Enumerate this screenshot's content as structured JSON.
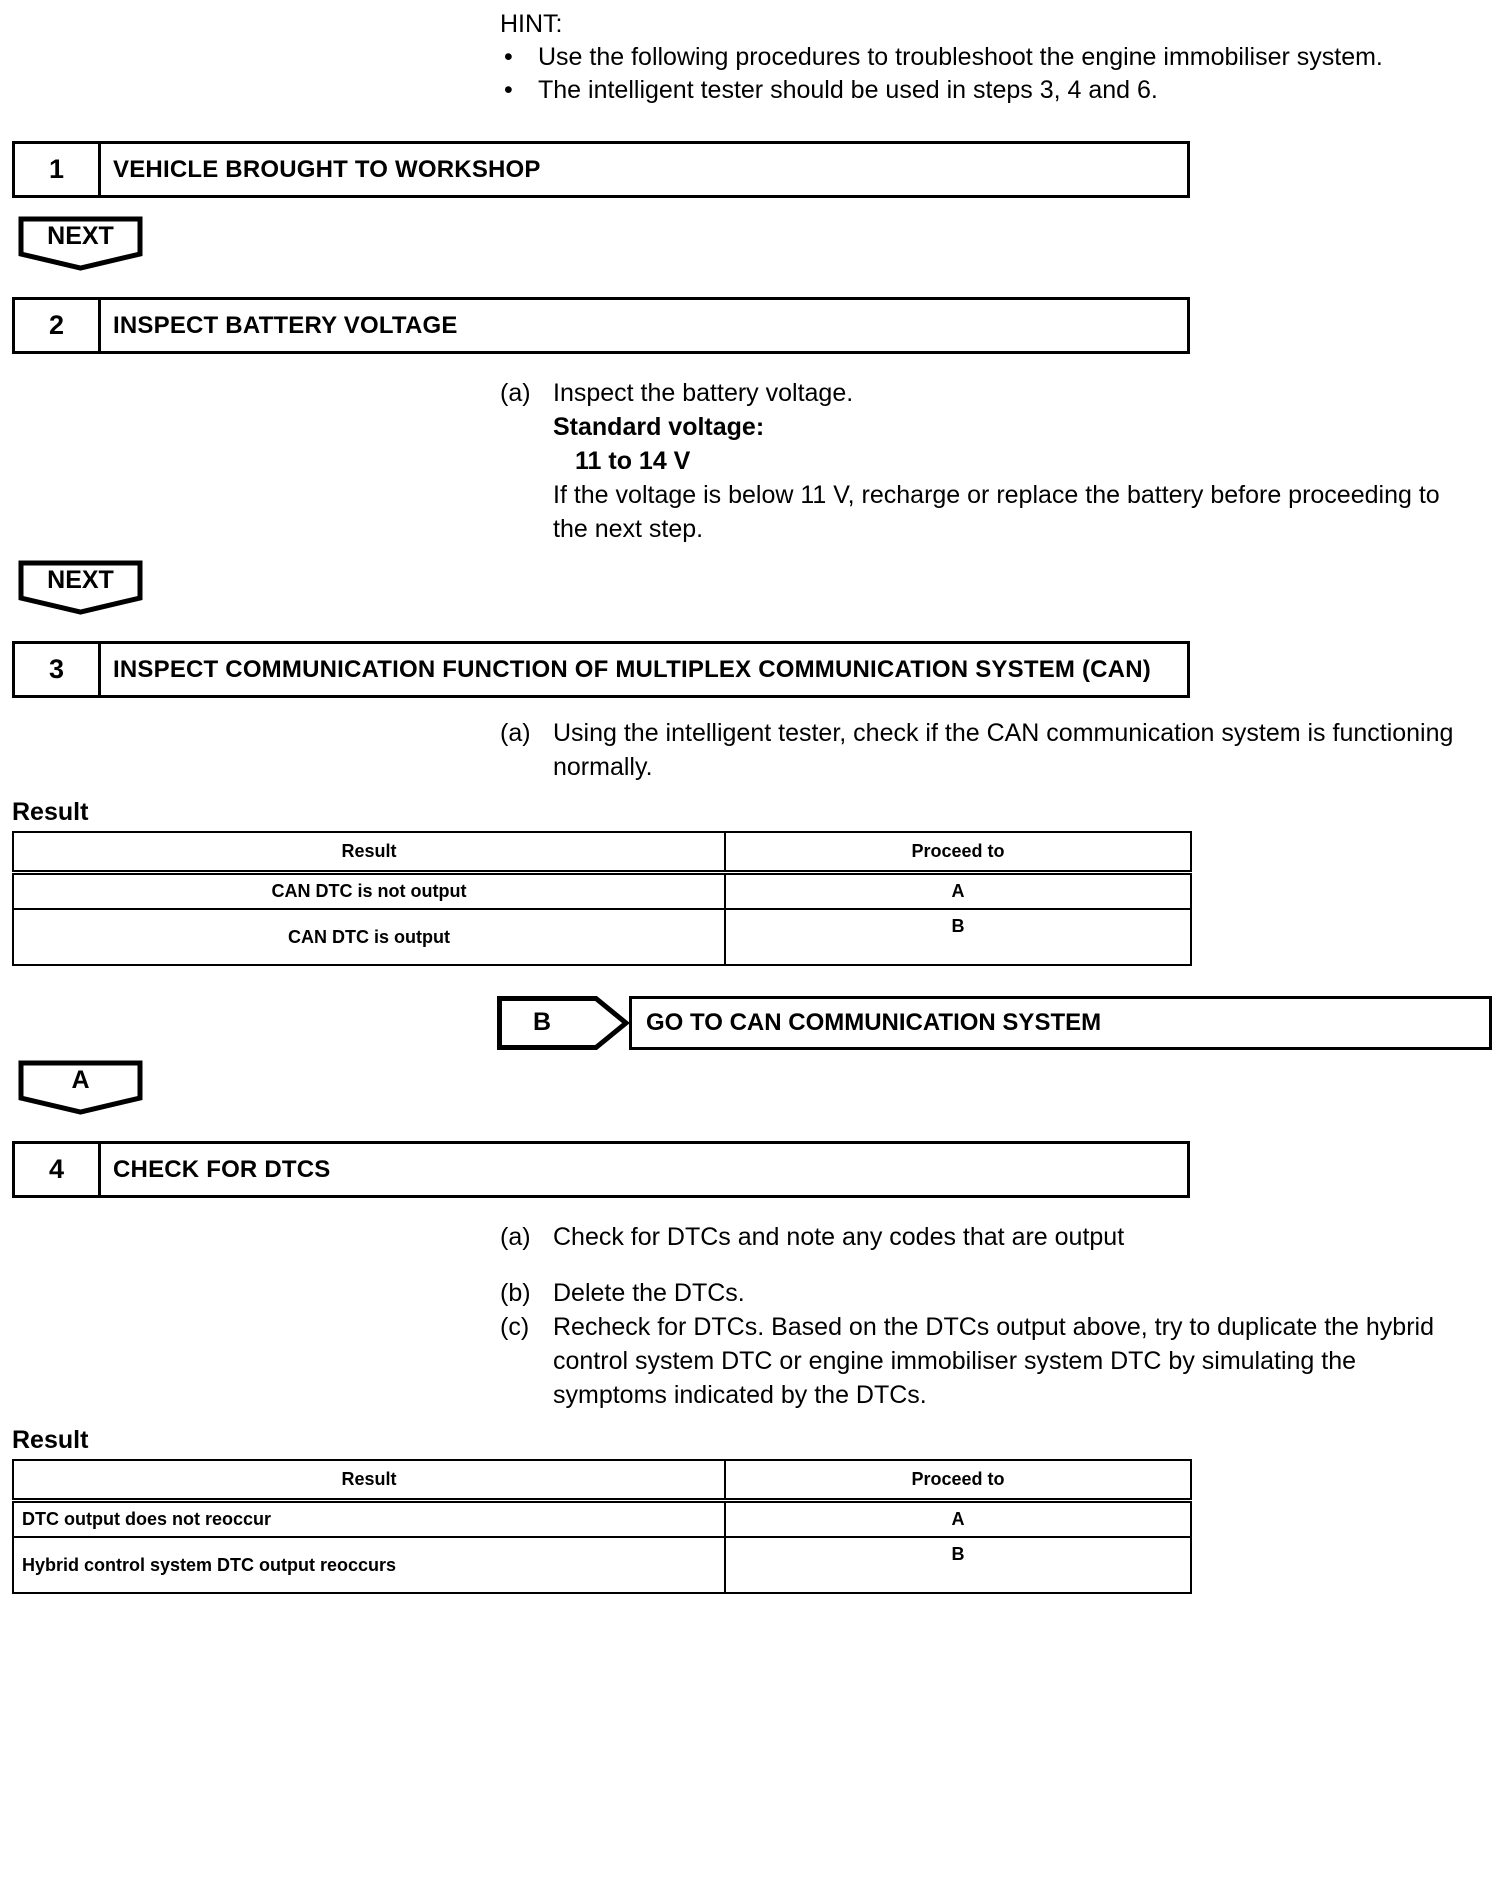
{
  "hint": {
    "title": "HINT:",
    "bullet_glyph": "•",
    "items": [
      "Use the following procedures to troubleshoot the engine immobiliser system.",
      "The intelligent tester should be used in steps 3, 4 and 6."
    ]
  },
  "steps": [
    {
      "number": "1",
      "title": "VEHICLE BROUGHT TO WORKSHOP",
      "connector": "NEXT"
    },
    {
      "number": "2",
      "title": "INSPECT BATTERY VOLTAGE",
      "connector": "NEXT",
      "procedures": [
        {
          "marker": "(a)",
          "lines": [
            {
              "text": "Inspect the battery voltage.",
              "style": "normal"
            },
            {
              "text": "Standard voltage:",
              "style": "bold"
            },
            {
              "text": "11 to 14 V",
              "style": "bold-indent"
            },
            {
              "text": "If the voltage is below 11 V, recharge or replace the battery before proceeding to the next step.",
              "style": "normal"
            }
          ]
        }
      ]
    },
    {
      "number": "3",
      "title": "INSPECT COMMUNICATION FUNCTION OF MULTIPLEX COMMUNICATION SYSTEM (CAN)",
      "connector": "A",
      "procedures": [
        {
          "marker": "(a)",
          "lines": [
            {
              "text": "Using the intelligent tester, check if the CAN communication system is functioning normally.",
              "style": "normal"
            }
          ]
        }
      ],
      "result": {
        "label": "Result",
        "headers": [
          "Result",
          "Proceed to"
        ],
        "align": "center",
        "rows": [
          {
            "result": "CAN DTC is not output",
            "proceed": "A"
          },
          {
            "result": "CAN DTC is output",
            "proceed": "B"
          }
        ]
      },
      "branch": {
        "letter": "B",
        "target": "GO TO CAN COMMUNICATION SYSTEM"
      }
    },
    {
      "number": "4",
      "title": "CHECK FOR DTCS",
      "procedures": [
        {
          "marker": "(a)",
          "lines": [
            {
              "text": "Check for DTCs and note any codes that are output",
              "style": "normal"
            }
          ]
        },
        {
          "marker": "(b)",
          "lines": [
            {
              "text": "Delete the DTCs.",
              "style": "normal"
            }
          ]
        },
        {
          "marker": "(c)",
          "lines": [
            {
              "text": "Recheck for DTCs. Based on the DTCs output above, try to duplicate the hybrid control system DTC or engine immobiliser system DTC by simulating the symptoms indicated by the DTCs.",
              "style": "normal"
            }
          ]
        }
      ],
      "result": {
        "label": "Result",
        "headers": [
          "Result",
          "Proceed to"
        ],
        "align": "left",
        "rows": [
          {
            "result": "DTC output does not reoccur",
            "proceed": "A"
          },
          {
            "result": "Hybrid control system DTC output reoccurs",
            "proceed": "B"
          }
        ]
      }
    }
  ]
}
